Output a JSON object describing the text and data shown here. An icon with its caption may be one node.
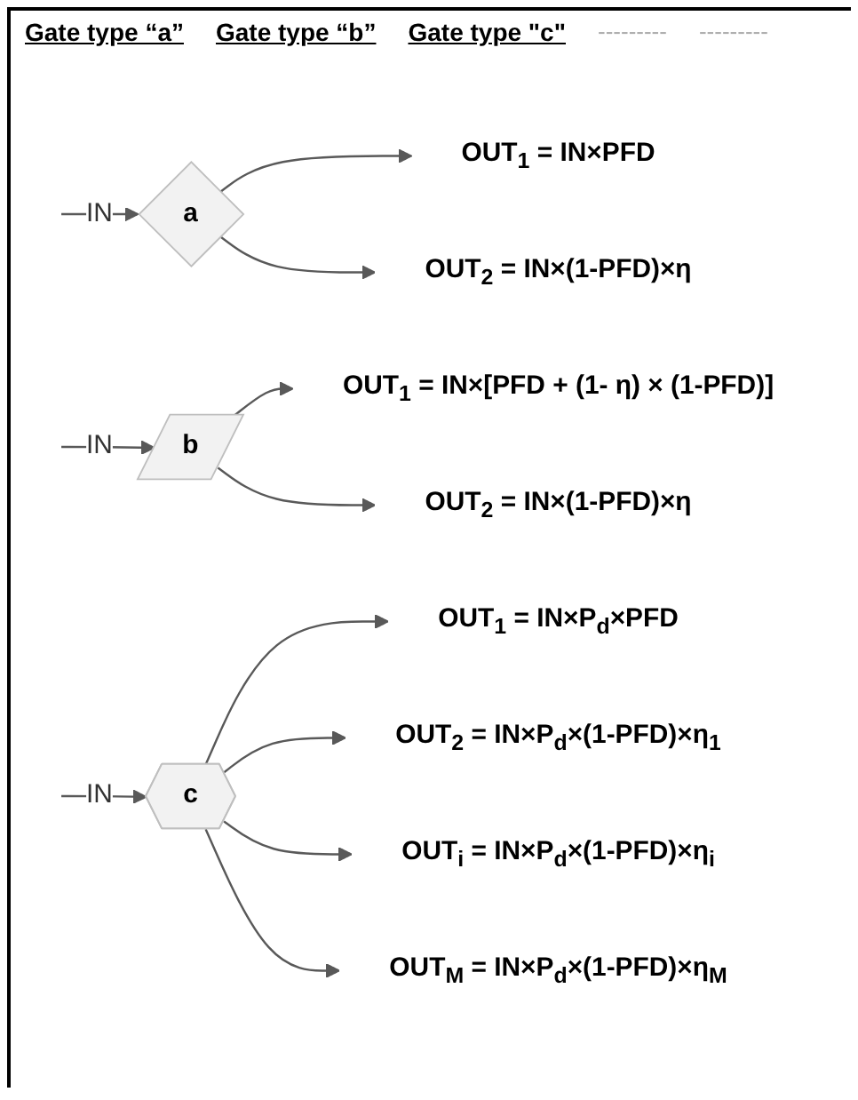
{
  "diagram": {
    "nodes": [
      {
        "text": [
          "a"
        ]
      },
      {
        "text": [
          "OUT$_{1}$ = IN×PFD"
        ]
      },
      {
        "text": [
          "OUT$_{2}$ = IN×(1-PFD)×η"
        ]
      },
      {
        "text": [
          "b"
        ]
      },
      {
        "text": [
          "OUT$_{1}$ = IN×[PFD + (1- η) × (1-PFD)]"
        ]
      },
      {
        "text": [
          "OUT$_{2}$ = IN×(1-PFD)×η"
        ]
      },
      {
        "text": [
          "c"
        ]
      },
      {
        "text": [
          "OUT$_{1}$ = IN×P$_{d}$×PFD"
        ]
      },
      {
        "text": [
          "OUT$_{2}$ = IN×P$_{d}$×(1-PFD)×η$_{1}$"
        ]
      },
      {
        "text": [
          "OUT$_{i}$ = IN×P$_{d}$×(1-PFD)×η$_{i}$"
        ]
      },
      {
        "text": [
          "OUT$_{M}$ = IN×P$_{d}$×(1-PFD)×η$_{M}$"
        ]
      }
    ],
    "edges": [
      {
        "from": null,
        "to": 0,
        "arrow": "to",
        "label": "IN"
      },
      {
        "from": 0,
        "to": 1,
        "arrow": "to"
      },
      {
        "from": 0,
        "to": 2,
        "arrow": "to"
      },
      {
        "from": null,
        "to": 3,
        "arrow": "to",
        "label": "IN"
      },
      {
        "from": 3,
        "to": 4,
        "arrow": "to"
      },
      {
        "from": 3,
        "to": 5,
        "arrow": "to"
      },
      {
        "from": null,
        "to": 6,
        "arrow": "to",
        "label": "IN"
      },
      {
        "from": 6,
        "to": 7,
        "arrow": "to"
      },
      {
        "from": 6,
        "to": 8,
        "arrow": "to"
      },
      {
        "from": 6,
        "to": 9,
        "arrow": "to"
      },
      {
        "from": 6,
        "to": 10,
        "arrow": "to"
      }
    ],
    "labels": [
      "Gate type “a”",
      "Gate type “b”",
      "Gate type \"c\"",
      "---------",
      "---------"
    ]
  }
}
